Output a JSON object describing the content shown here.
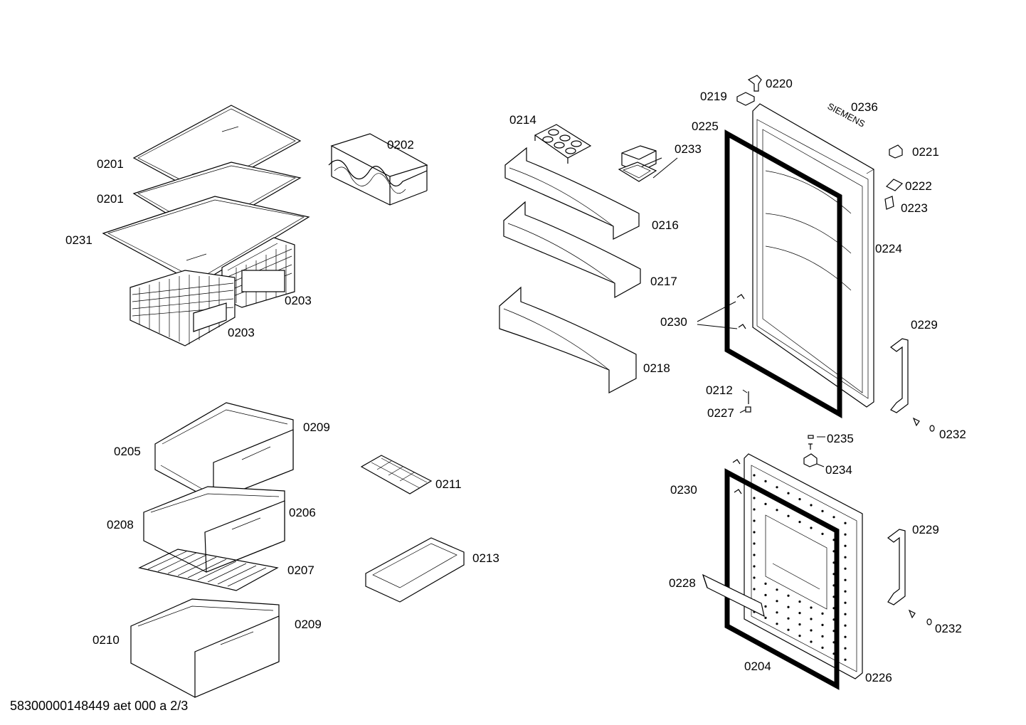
{
  "labels": {
    "p0201a": "0201",
    "p0201b": "0201",
    "p0231": "0231",
    "p0202": "0202",
    "p0203a": "0203",
    "p0203b": "0203",
    "p0214": "0214",
    "p0216": "0216",
    "p0217": "0217",
    "p0218": "0218",
    "p0233": "0233",
    "p0225": "0225",
    "p0220": "0220",
    "p0219": "0219",
    "p0236": "0236",
    "p0221": "0221",
    "p0222": "0222",
    "p0223": "0223",
    "p0224": "0224",
    "p0230a": "0230",
    "p0229a": "0229",
    "p0212": "0212",
    "p0227": "0227",
    "p0232a": "0232",
    "p0235": "0235",
    "p0234": "0234",
    "p0209a": "0209",
    "p0205": "0205",
    "p0211": "0211",
    "p0206": "0206",
    "p0208": "0208",
    "p0207": "0207",
    "p0213": "0213",
    "p0209b": "0209",
    "p0210": "0210",
    "p0230b": "0230",
    "p0229b": "0229",
    "p0228": "0228",
    "p0232b": "0232",
    "p0204": "0204",
    "p0226": "0226"
  },
  "brand": "SIEMENS",
  "footer": "58300000148449 aet 000 a 2/3"
}
